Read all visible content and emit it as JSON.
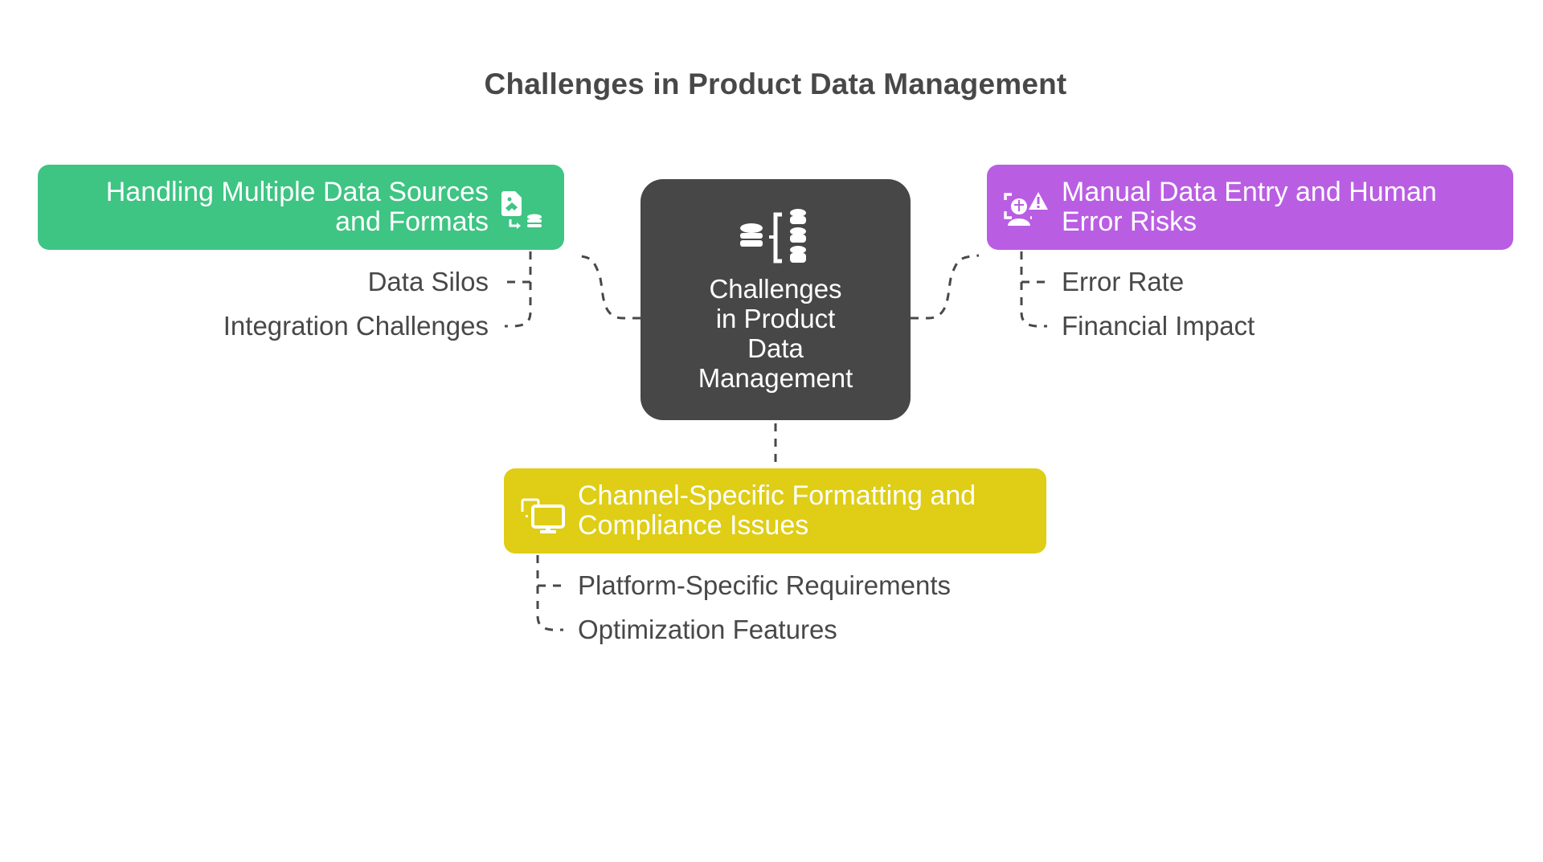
{
  "title": "Challenges in Product Data Management",
  "center": {
    "lines": [
      "Challenges",
      "in Product",
      "Data",
      "Management"
    ],
    "icon": "database-bracket-icon",
    "color": "#474747"
  },
  "branches": [
    {
      "id": "data-sources",
      "lines": [
        "Handling Multiple Data Sources",
        "and Formats"
      ],
      "icon": "file-to-database-icon",
      "color": "#3ec483",
      "items": [
        "Data Silos",
        "Integration Challenges"
      ]
    },
    {
      "id": "manual-entry",
      "lines": [
        "Manual Data Entry and Human",
        "Error Risks"
      ],
      "icon": "user-warning-icon",
      "color": "#b95ee3",
      "items": [
        "Error Rate",
        "Financial Impact"
      ]
    },
    {
      "id": "channel-formatting",
      "lines": [
        "Channel-Specific Formatting and",
        "Compliance Issues"
      ],
      "icon": "devices-monitor-icon",
      "color": "#dfcd16",
      "items": [
        "Platform-Specific Requirements",
        "Optimization Features"
      ]
    }
  ]
}
